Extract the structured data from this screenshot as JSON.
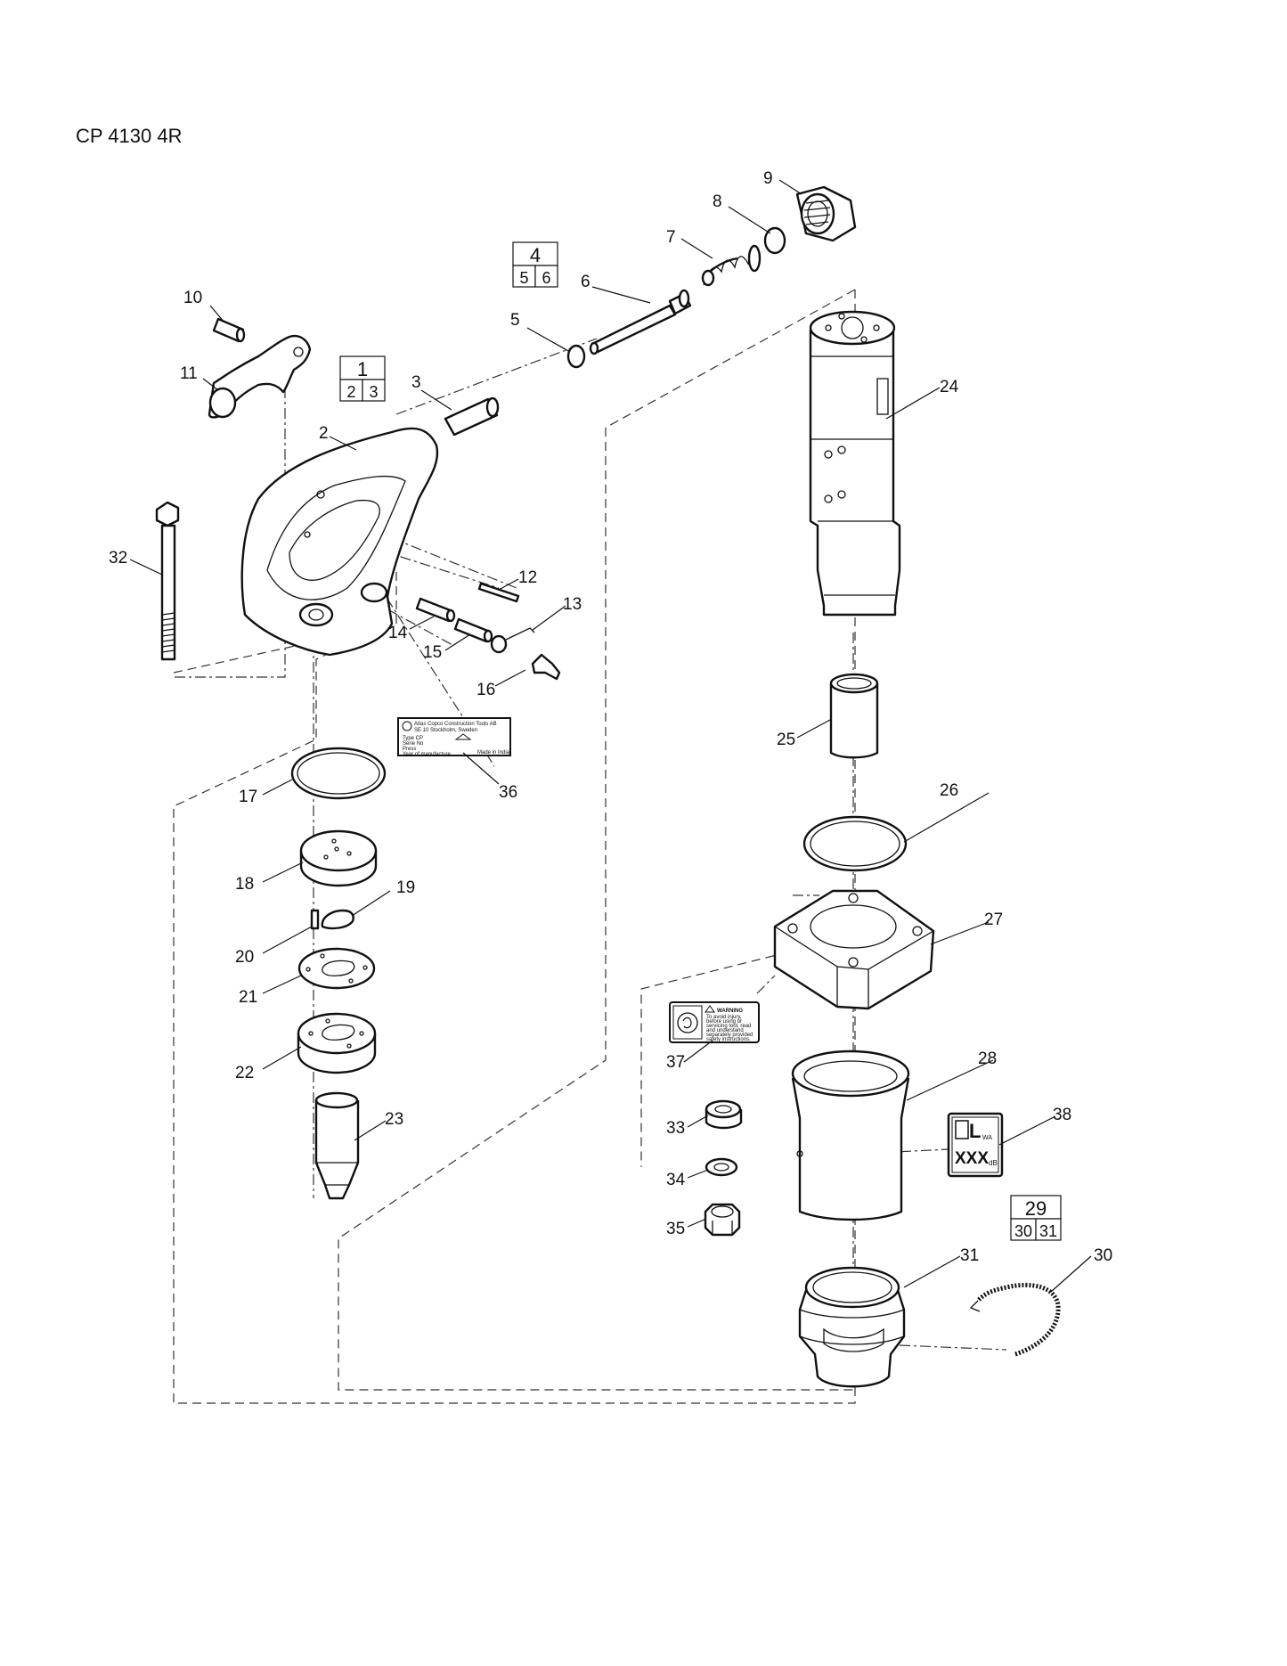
{
  "title": "CP 4130 4R",
  "callouts": [
    "1",
    "2",
    "3",
    "4",
    "5",
    "6",
    "7",
    "8",
    "9",
    "10",
    "11",
    "12",
    "13",
    "14",
    "15",
    "16",
    "17",
    "18",
    "19",
    "20",
    "21",
    "22",
    "23",
    "24",
    "25",
    "26",
    "27",
    "28",
    "29",
    "30",
    "31",
    "32",
    "33",
    "34",
    "35",
    "36",
    "37",
    "38"
  ],
  "kits": [
    {
      "main": "1",
      "subs": [
        "2",
        "3"
      ]
    },
    {
      "main": "4",
      "subs": [
        "5",
        "6"
      ]
    },
    {
      "main": "29",
      "subs": [
        "30",
        "31"
      ]
    }
  ],
  "decals": {
    "nameplate": {
      "line1": "Atlas Copco Construction Tools AB",
      "line2": "SE 10 Stockholm, Sweden",
      "line3": "Type CP",
      "line4": "Serie No",
      "line5": "Press",
      "line6": "Year of manufacture",
      "made_in": "Made in India"
    },
    "warning": {
      "heading": "WARNING",
      "line1": "To avoid injury,",
      "line2": "before using or",
      "line3": "servicing tool, read",
      "line4": "and understand",
      "line5": "separately provided",
      "line6": "safety instructions."
    },
    "noise": {
      "symbol": "L",
      "subscript": "WA",
      "value": "XXX",
      "unit": "dB"
    }
  }
}
